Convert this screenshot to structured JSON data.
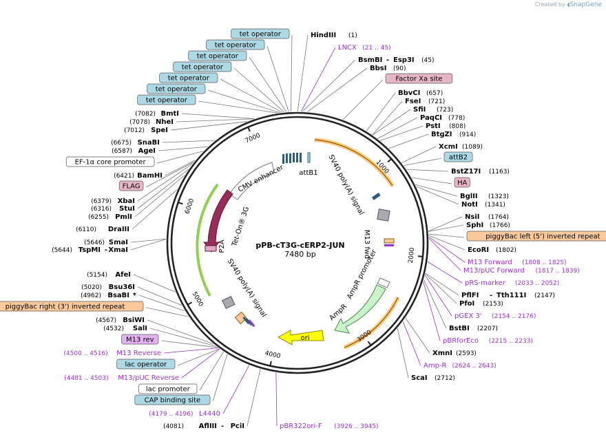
{
  "credit": {
    "prefix": "Created by",
    "brand": "SnapGene"
  },
  "plasmid": {
    "name": "pPB-cT3G-cERP2-JUN",
    "length": "7480 bp",
    "total_bp": 7480
  },
  "colors": {
    "backbone": "#222222",
    "enzyme": "#000000",
    "primer": "#9932cc",
    "tet_operator": "#add8e6",
    "factor_xa": "#e7b6c6",
    "ha": "#e7b6c6",
    "flag": "#e7b6c6",
    "piggybac": "#fbc99c",
    "attb": "#add8e6",
    "m13rev": "#e4b2f0",
    "lac_operator": "#add8e6",
    "cap": "#add8e6",
    "tet_on": "#9b2c5a",
    "ampr": "#c9f5c9",
    "ori": "#ffff00",
    "sv40": "#ffc87a",
    "ef1a": "#8fd14f"
  },
  "ring_ticks": [
    {
      "label": "1000",
      "bp": 1000
    },
    {
      "label": "2000",
      "bp": 2000
    },
    {
      "label": "3000",
      "bp": 3000
    },
    {
      "label": "4000",
      "bp": 4000
    },
    {
      "label": "5000",
      "bp": 5000
    },
    {
      "label": "6000",
      "bp": 6000
    },
    {
      "label": "7000",
      "bp": 7000
    }
  ],
  "feature_labels": [
    {
      "text": "CMV enhancer"
    },
    {
      "text": "attB1"
    },
    {
      "text": "SV40 poly(A) signal"
    },
    {
      "text": "Tet-On® 3G"
    },
    {
      "text": "P2A"
    },
    {
      "text": "SV40 poly(A) signal"
    },
    {
      "text": "M13 fwd"
    },
    {
      "text": "AmpR promoter"
    },
    {
      "text": "AmpR"
    },
    {
      "text": "ori"
    }
  ],
  "right_labels": [
    {
      "kind": "enzyme",
      "name": "HindIII",
      "pos": "(1)",
      "bp": 1
    },
    {
      "kind": "primer",
      "name": "LNCX",
      "pos": "(21 .. 45)",
      "bp": 33
    },
    {
      "kind": "enzyme",
      "name": "BsmBI",
      "name2": "Esp3I",
      "pos": "(45)",
      "bp": 45
    },
    {
      "kind": "enzyme",
      "name": "BbsI",
      "pos": "(90)",
      "bp": 90
    },
    {
      "kind": "box",
      "style": "factor_xa",
      "name": "Factor Xa site",
      "bp": 420
    },
    {
      "kind": "enzyme",
      "name": "BbvCI",
      "pos": "(657)",
      "bp": 657
    },
    {
      "kind": "enzyme",
      "name": "FseI",
      "pos": "(721)",
      "bp": 721
    },
    {
      "kind": "enzyme",
      "name": "SfiI",
      "pos": "(723)",
      "bp": 723
    },
    {
      "kind": "enzyme",
      "name": "PaqCI",
      "pos": "(778)",
      "bp": 778
    },
    {
      "kind": "enzyme",
      "name": "PstI",
      "pos": "(808)",
      "bp": 808
    },
    {
      "kind": "enzyme",
      "name": "BtgZI",
      "pos": "(914)",
      "bp": 914
    },
    {
      "kind": "enzyme",
      "name": "XcmI",
      "pos": "(1089)",
      "bp": 1089
    },
    {
      "kind": "box",
      "style": "attb",
      "name": "attB2",
      "bp": 1120
    },
    {
      "kind": "enzyme",
      "name": "BstZ17I",
      "pos": "(1163)",
      "bp": 1163
    },
    {
      "kind": "box",
      "style": "ha",
      "name": "HA",
      "bp": 1250
    },
    {
      "kind": "enzyme",
      "name": "BglII",
      "pos": "(1323)",
      "bp": 1323
    },
    {
      "kind": "enzyme",
      "name": "NotI",
      "pos": "(1341)",
      "bp": 1341
    },
    {
      "kind": "enzyme",
      "name": "NsiI",
      "pos": "(1764)",
      "bp": 1764
    },
    {
      "kind": "enzyme",
      "name": "SphI",
      "pos": "(1766)",
      "bp": 1766
    },
    {
      "kind": "box",
      "style": "piggybac",
      "name": "piggyBac left (5') inverted repeat",
      "bp": 1790
    },
    {
      "kind": "enzyme",
      "name": "EcoRI",
      "pos": "(1802)",
      "bp": 1802
    },
    {
      "kind": "primer",
      "name": "M13 Forward",
      "pos": "(1808 .. 1825)",
      "bp": 1816
    },
    {
      "kind": "primer",
      "name": "M13/pUC Forward",
      "pos": "(1817 .. 1839)",
      "bp": 1828
    },
    {
      "kind": "primer",
      "name": "pRS-marker",
      "pos": "(2033 .. 2052)",
      "bp": 2042
    },
    {
      "kind": "enzyme",
      "name": "PflFI",
      "name2": "Tth111I",
      "pos": "(2147)",
      "bp": 2147
    },
    {
      "kind": "enzyme",
      "name": "PfoI",
      "pos": "(2153)",
      "bp": 2153
    },
    {
      "kind": "primer",
      "name": "pGEX 3'",
      "pos": "(2154 .. 2176)",
      "bp": 2165
    },
    {
      "kind": "enzyme",
      "name": "BstBI",
      "pos": "(2207)",
      "bp": 2207
    },
    {
      "kind": "primer",
      "name": "pBRforEco",
      "pos": "(2215 .. 2233)",
      "bp": 2224
    },
    {
      "kind": "enzyme",
      "name": "XmnI",
      "pos": "(2593)",
      "bp": 2593
    },
    {
      "kind": "primer",
      "name": "Amp-R",
      "pos": "(2624 .. 2643)",
      "bp": 2633
    },
    {
      "kind": "enzyme",
      "name": "ScaI",
      "pos": "(2712)",
      "bp": 2712
    },
    {
      "kind": "primer",
      "name": "pBR322ori-F",
      "pos": "(3926 .. 3945)",
      "bp": 3935
    }
  ],
  "left_labels": [
    {
      "kind": "box",
      "style": "tet_operator",
      "name": "tet operator",
      "bp": 7420
    },
    {
      "kind": "box",
      "style": "tet_operator",
      "name": "tet operator",
      "bp": 7400
    },
    {
      "kind": "box",
      "style": "tet_operator",
      "name": "tet operator",
      "bp": 7380
    },
    {
      "kind": "box",
      "style": "tet_operator",
      "name": "tet operator",
      "bp": 7360
    },
    {
      "kind": "box",
      "style": "tet_operator",
      "name": "tet operator",
      "bp": 7340
    },
    {
      "kind": "box",
      "style": "tet_operator",
      "name": "tet operator",
      "bp": 7320
    },
    {
      "kind": "box",
      "style": "tet_operator",
      "name": "tet operator",
      "bp": 7300
    },
    {
      "kind": "enzyme",
      "name": "BmtI",
      "pos": "(7082)",
      "bp": 7082
    },
    {
      "kind": "enzyme",
      "name": "NheI",
      "pos": "(7078)",
      "bp": 7078
    },
    {
      "kind": "enzyme",
      "name": "SpeI",
      "pos": "(7012)",
      "bp": 7012
    },
    {
      "kind": "enzyme",
      "name": "SnaBI",
      "pos": "(6675)",
      "bp": 6675
    },
    {
      "kind": "enzyme",
      "name": "AgeI",
      "pos": "(6587)",
      "bp": 6587
    },
    {
      "kind": "box",
      "style": "plain",
      "name": "EF-1α core promoter",
      "bp": 6530
    },
    {
      "kind": "enzyme",
      "name": "BamHI",
      "pos": "(6421)",
      "bp": 6421
    },
    {
      "kind": "box",
      "style": "flag",
      "name": "FLAG",
      "bp": 6400
    },
    {
      "kind": "enzyme",
      "name": "XbaI",
      "pos": "(6379)",
      "bp": 6379
    },
    {
      "kind": "enzyme",
      "name": "StuI",
      "pos": "(6316)",
      "bp": 6316
    },
    {
      "kind": "enzyme",
      "name": "PmlI",
      "pos": "(6255)",
      "bp": 6255
    },
    {
      "kind": "enzyme",
      "name": "DraIII",
      "pos": "(6110)",
      "bp": 6110
    },
    {
      "kind": "enzyme",
      "name": "SmaI",
      "pos": "(5646)",
      "bp": 5646
    },
    {
      "kind": "enzyme",
      "name": "TspMI",
      "name2": "XmaI",
      "pos": "(5644)",
      "bp": 5644
    },
    {
      "kind": "enzyme",
      "name": "AfeI",
      "pos": "(5154)",
      "bp": 5154
    },
    {
      "kind": "enzyme",
      "name": "Bsu36I",
      "pos": "(5020)",
      "bp": 5020
    },
    {
      "kind": "enzyme",
      "name": "BsaBI",
      "pos": "(4962)",
      "bp": 4962,
      "star": "*"
    },
    {
      "kind": "box",
      "style": "piggybac",
      "name": "piggyBac right (3') inverted repeat",
      "bp": 4900
    },
    {
      "kind": "enzyme",
      "name": "BsiWI",
      "pos": "(4567)",
      "bp": 4567
    },
    {
      "kind": "enzyme",
      "name": "SalI",
      "pos": "(4532)",
      "bp": 4532
    },
    {
      "kind": "box",
      "style": "m13rev",
      "name": "M13 rev",
      "bp": 4515
    },
    {
      "kind": "primer",
      "name": "M13 Reverse",
      "pos": "(4500 .. 4516)",
      "bp": 4508
    },
    {
      "kind": "box",
      "style": "lac_operator",
      "name": "lac operator",
      "bp": 4495
    },
    {
      "kind": "primer",
      "name": "M13/pUC Reverse",
      "pos": "(4481 .. 4503)",
      "bp": 4492
    },
    {
      "kind": "box",
      "style": "plain",
      "name": "lac promoter",
      "bp": 4450
    },
    {
      "kind": "box",
      "style": "cap",
      "name": "CAP binding site",
      "bp": 4410
    },
    {
      "kind": "primer",
      "name": "L4440",
      "pos": "(4179 .. 4196)",
      "bp": 4188
    },
    {
      "kind": "enzyme",
      "name": "AflIII",
      "name2": "PciI",
      "pos": "(4081)",
      "bp": 4081
    }
  ]
}
